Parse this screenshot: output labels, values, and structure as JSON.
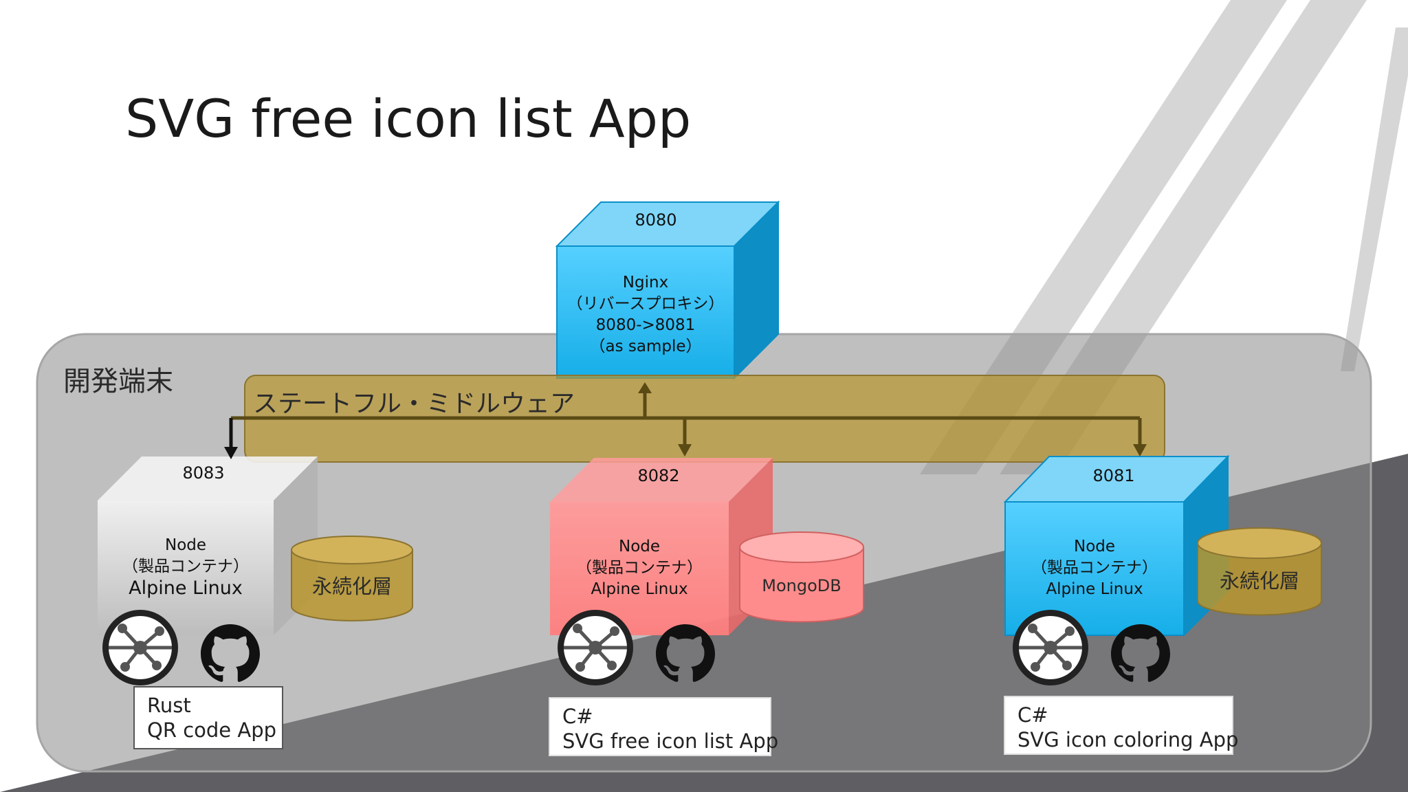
{
  "slide": {
    "title": "SVG free icon list App",
    "environment_label": "開発端末",
    "middleware_label": "ステートフル・ミドルウェア"
  },
  "proxy": {
    "port": "8080",
    "lines": [
      "Nginx",
      "（リバースプロキシ）",
      "8080->8081",
      "（as sample）"
    ],
    "color": "#29b6f0"
  },
  "containers": [
    {
      "port": "8083",
      "lines": [
        "Node",
        "（製品コンテナ）",
        "Alpine Linux"
      ],
      "storage": "永続化層",
      "note": [
        "Rust",
        "QR code App"
      ],
      "color": "#d9d9d9"
    },
    {
      "port": "8082",
      "lines": [
        "Node",
        "（製品コンテナ）",
        "Alpine Linux"
      ],
      "storage": "MongoDB",
      "note": [
        "C#",
        "SVG free icon list App"
      ],
      "color": "#ff8080"
    },
    {
      "port": "8081",
      "lines": [
        "Node",
        "（製品コンテナ）",
        "Alpine Linux"
      ],
      "storage": "永続化層",
      "note": [
        "C#",
        "SVG icon coloring App"
      ],
      "color": "#29b6f0"
    }
  ],
  "icons": [
    "azure-container-registry-icon",
    "github-icon"
  ]
}
